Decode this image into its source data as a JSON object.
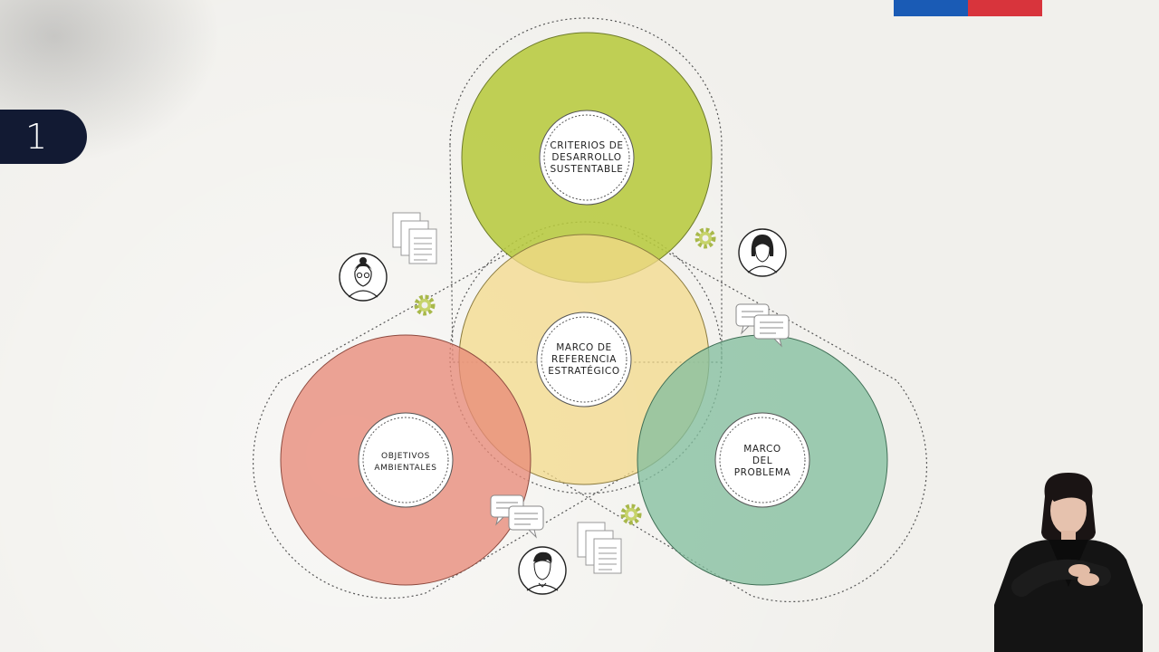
{
  "slide": {
    "step_number": "1"
  },
  "diagram": {
    "circles": [
      {
        "id": "top",
        "label_lines": [
          "CRITERIOS DE",
          "DESARROLLO",
          "SUSTENTABLE"
        ],
        "color": "#b7c93f"
      },
      {
        "id": "center",
        "label_lines": [
          "MARCO DE",
          "REFERENCIA",
          "ESTRATÉGICO"
        ],
        "color": "#f3d98a"
      },
      {
        "id": "left",
        "label_lines": [
          "OBJETIVOS",
          "AMBIENTALES"
        ],
        "color": "#e88a78"
      },
      {
        "id": "right",
        "label_lines": [
          "MARCO",
          "DEL",
          "PROBLEMA"
        ],
        "color": "#84bf9f"
      }
    ],
    "icons": [
      "document-stack-icon",
      "gear-icon",
      "woman-avatar-icon",
      "man-avatar-icon",
      "chat-bubbles-icon"
    ]
  },
  "colors": {
    "flag_blue": "#1a5bb5",
    "flag_red": "#d8343c",
    "badge": "#121a33"
  }
}
